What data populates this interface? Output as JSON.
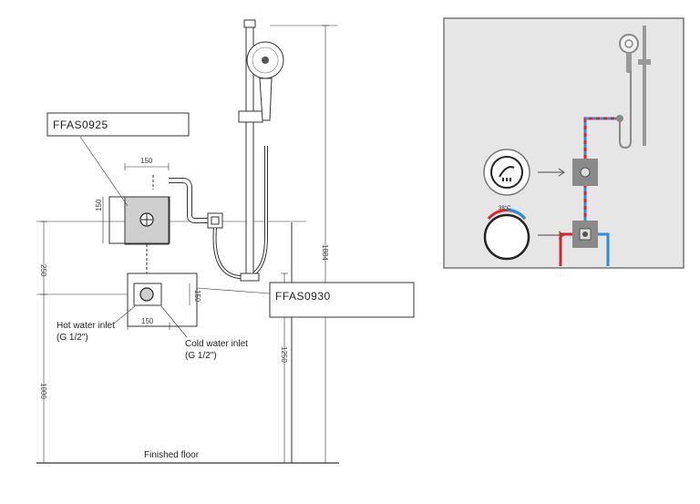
{
  "left_drawing": {
    "label_top": "FFAS0925",
    "label_bottom": "FFAS0930",
    "hot_inlet": [
      "Hot water inlet",
      "(G 1/2\")"
    ],
    "cold_inlet": [
      "Cold water inlet",
      "(G 1/2\")"
    ],
    "floor_label": "Finished floor",
    "dims": {
      "d150_top": "150",
      "d150_side": "150",
      "d150_bottom": "150",
      "d150_right": "150",
      "d250": "250",
      "d1000": "1000",
      "d1250": "1250",
      "d1884": "1884"
    }
  },
  "right_panel": {
    "temperature_label": "38°C"
  },
  "colors": {
    "hot": "#d6242b",
    "cold": "#2a8fd8",
    "panel_bg": "#e4e4e4",
    "valve_box": "#8a8a8a"
  }
}
